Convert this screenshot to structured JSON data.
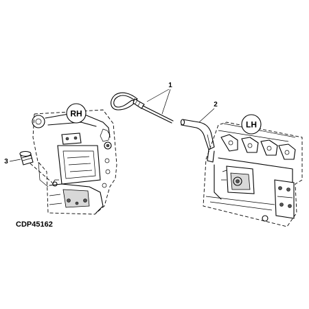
{
  "badges": {
    "right_hand": "RH",
    "left_hand": "LH"
  },
  "callouts": {
    "dipstick": "1",
    "dipstick_tube": "2",
    "fill_cap": "3"
  },
  "figure_id": "CDP45162"
}
